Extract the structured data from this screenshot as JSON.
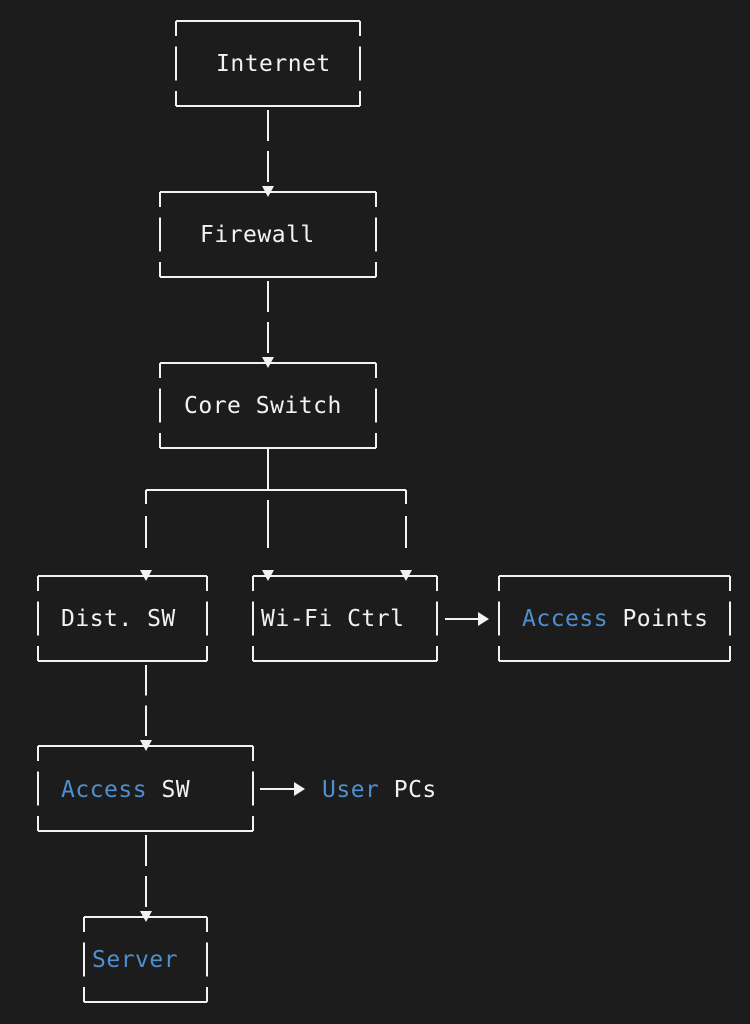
{
  "colors": {
    "background": "#1c1c1c",
    "line": "#f2f2f2",
    "text": "#f2f2f2",
    "highlight": "#4f8fcf"
  },
  "nodes": {
    "internet": {
      "label": "Internet"
    },
    "firewall": {
      "label": "Firewall"
    },
    "core_switch": {
      "label": "Core Switch"
    },
    "dist_sw": {
      "label": "Dist. SW"
    },
    "wifi_ctrl": {
      "label": "Wi-Fi Ctrl"
    },
    "access_points": {
      "label_highlight": "Access",
      "label_rest": " Points"
    },
    "access_sw": {
      "label_highlight": "Access",
      "label_rest": " SW"
    },
    "user_pcs": {
      "label_highlight": "User",
      "label_rest": " PCs"
    },
    "server": {
      "label": "Server"
    }
  },
  "edges": [
    {
      "from": "Internet",
      "to": "Firewall"
    },
    {
      "from": "Firewall",
      "to": "Core Switch"
    },
    {
      "from": "Core Switch",
      "to": "Dist. SW"
    },
    {
      "from": "Core Switch",
      "to": "Wi-Fi Ctrl"
    },
    {
      "from": "Wi-Fi Ctrl",
      "to": "Access Points"
    },
    {
      "from": "Dist. SW",
      "to": "Access SW"
    },
    {
      "from": "Access SW",
      "to": "User PCs"
    },
    {
      "from": "Access SW",
      "to": "Server"
    }
  ]
}
